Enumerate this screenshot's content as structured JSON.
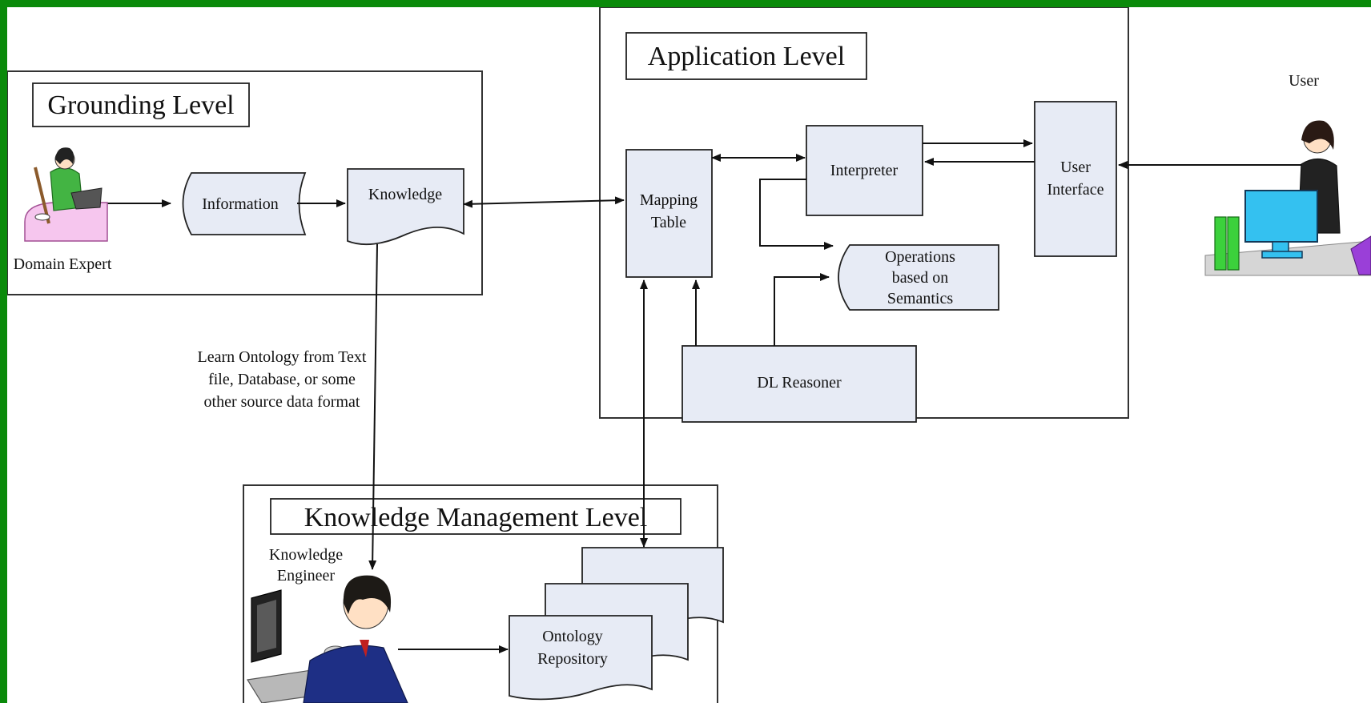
{
  "levels": {
    "grounding": "Grounding Level",
    "application": "Application Level",
    "knowledge_management": "Knowledge Management Level"
  },
  "nodes": {
    "information": "Information",
    "knowledge": "Knowledge",
    "mapping_table": [
      "Mapping",
      "Table"
    ],
    "interpreter": "Interpreter",
    "user_interface": [
      "User",
      "Interface"
    ],
    "operations": [
      "Operations",
      "based on",
      "Semantics"
    ],
    "dl_reasoner": "DL Reasoner",
    "ontology_repository": [
      "Ontology",
      "Repository"
    ]
  },
  "actors": {
    "domain_expert": "Domain Expert",
    "user": "User",
    "knowledge_engineer": [
      "Knowledge",
      "Engineer"
    ]
  },
  "edge_labels": {
    "learn_ontology": [
      "Learn Ontology from Text",
      "file, Database, or some",
      "other source data format"
    ]
  }
}
